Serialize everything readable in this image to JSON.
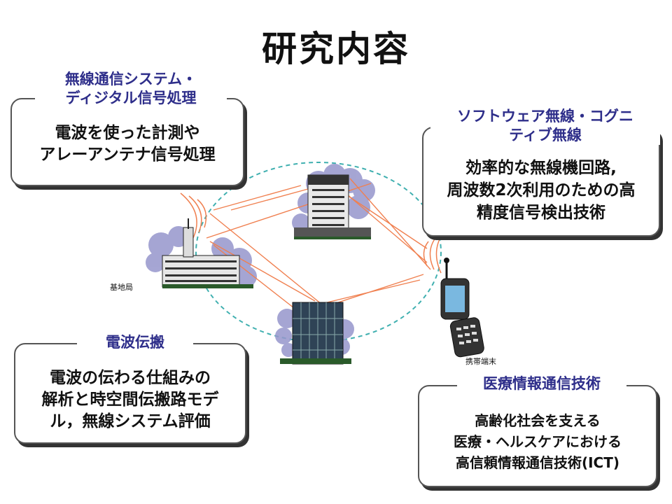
{
  "title": "研究内容",
  "panels": {
    "top_left": {
      "heading": [
        "無線通信システム・",
        "ディジタル信号処理"
      ],
      "lines": [
        "電波を使った計測や",
        "アレーアンテナ信号処理"
      ]
    },
    "top_right": {
      "heading": [
        "ソフトウェア無線・コグニ",
        "ティブ無線"
      ],
      "lines": [
        "効率的な無線機回路,",
        "周波数2次利用のための高",
        "精度信号検出技術"
      ]
    },
    "bottom_left": {
      "heading": [
        "電波伝搬"
      ],
      "lines": [
        "電波の伝わる仕組みの",
        "解析と時空間伝搬路モデ",
        "ル，無線システム評価"
      ]
    },
    "bottom_right": {
      "heading": [
        "医療情報通信技術"
      ],
      "lines": [
        "高齢化社会を支える",
        "医療・ヘルスケアにおける",
        "高信頼情報通信技術(ICT)"
      ]
    }
  },
  "labels": {
    "base_station": "基地局",
    "mobile_terminal": "携帯端末"
  },
  "colors": {
    "heading": "#2e2e8a",
    "ray": "#f08050",
    "ellipse": "#40b0b0",
    "blob": "#8c8cc8"
  }
}
